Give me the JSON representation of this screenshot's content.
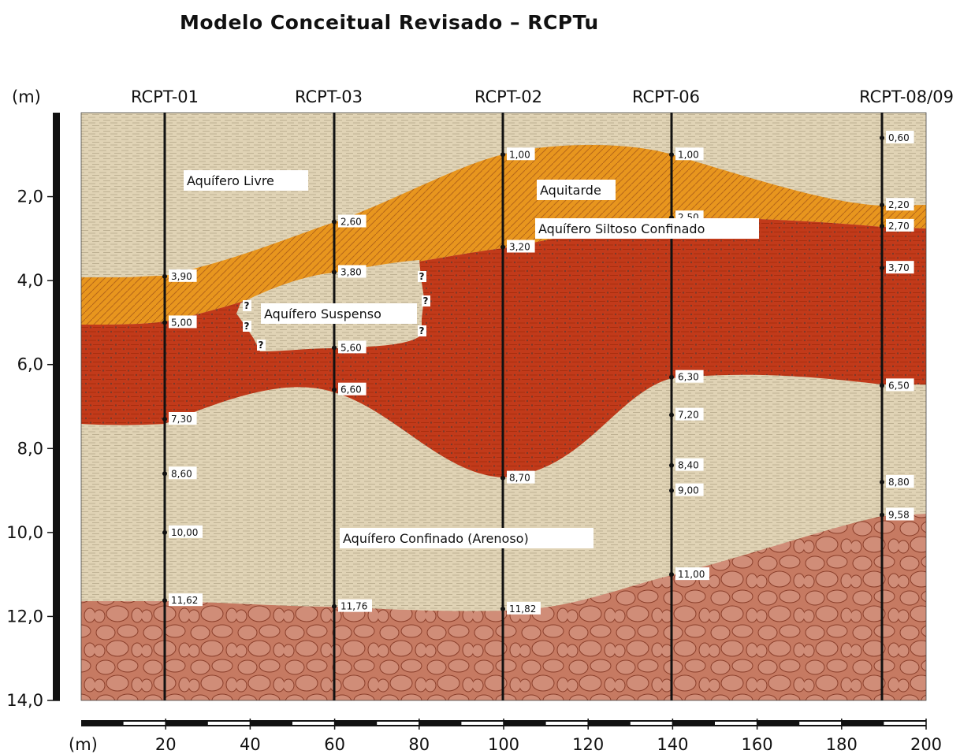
{
  "title": "Modelo Conceitual Revisado – RCPTu",
  "y_axis": {
    "unit_label": "(m)",
    "ticks": [
      "2,0",
      "4,0",
      "6,0",
      "8,0",
      "10,0",
      "12,0",
      "14,0"
    ]
  },
  "x_axis": {
    "unit_label": "(m)",
    "ticks": [
      "20",
      "40",
      "60",
      "80",
      "100",
      "120",
      "140",
      "160",
      "180",
      "200"
    ]
  },
  "boreholes": [
    {
      "name": "RCPT-01",
      "depths": [
        "3,90",
        "5,00",
        "7,30",
        "8,60",
        "10,00",
        "11,62"
      ]
    },
    {
      "name": "RCPT-03",
      "depths": [
        "2,60",
        "3,80",
        "5,60",
        "6,60",
        "11,76"
      ]
    },
    {
      "name": "RCPT-02",
      "depths": [
        "1,00",
        "3,20",
        "8,70",
        "11,82"
      ]
    },
    {
      "name": "RCPT-06",
      "depths": [
        "1,00",
        "2,50",
        "6,30",
        "7,20",
        "8,40",
        "9,00",
        "11,00"
      ]
    },
    {
      "name": "RCPT-08/09",
      "depths": [
        "0,60",
        "2,20",
        "2,70",
        "3,70",
        "6,50",
        "8,80",
        "9,58"
      ]
    }
  ],
  "layers": {
    "livre": "Aquífero Livre",
    "aquitarde": "Aquitarde",
    "suspenso": "Aquífero Suspenso",
    "siltoso": "Aquífero Siltoso Confinado",
    "arenoso": "Aquífero Confinado (Arenoso)"
  },
  "question_mark": "?",
  "colors": {
    "sand": "#e0d3b5",
    "aquitard": "#e8961e",
    "silt": "#c23a1a",
    "gravel": "#c67a62"
  }
}
